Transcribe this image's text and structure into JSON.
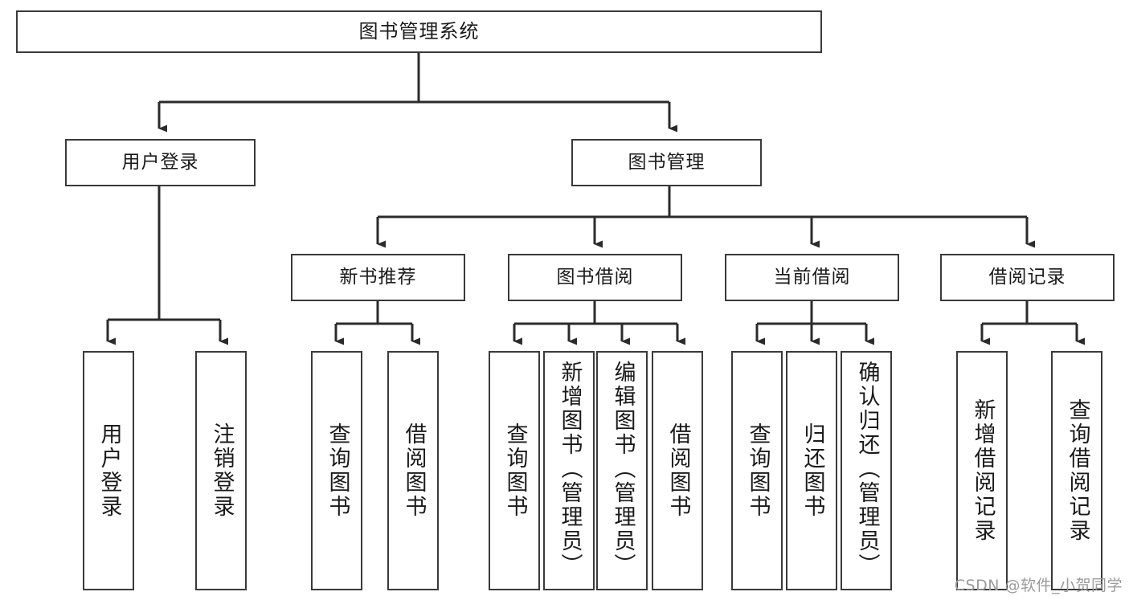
{
  "diagram": {
    "title": "图书管理系统",
    "type": "hierarchy-tree",
    "watermark": "CSDN @软件_小贺同学",
    "colors": {
      "box_border": "#3a3a3a",
      "box_fill": "#ffffff",
      "text": "#1a1a1a",
      "link": "#2b2b2b",
      "watermark": "#9b9b9b",
      "background": "#ffffff"
    },
    "levels": {
      "level0": [
        {
          "id": "root",
          "label": "图书管理系统",
          "orientation": "horizontal"
        }
      ],
      "level1": [
        {
          "id": "login",
          "label": "用户登录",
          "orientation": "horizontal"
        },
        {
          "id": "bookmgmt",
          "label": "图书管理",
          "orientation": "horizontal"
        }
      ],
      "level2": [
        {
          "id": "newbook",
          "label": "新书推荐",
          "orientation": "horizontal",
          "parent": "bookmgmt"
        },
        {
          "id": "borrow",
          "label": "图书借阅",
          "orientation": "horizontal",
          "parent": "bookmgmt"
        },
        {
          "id": "current",
          "label": "当前借阅",
          "orientation": "horizontal",
          "parent": "bookmgmt"
        },
        {
          "id": "records",
          "label": "借阅记录",
          "orientation": "horizontal",
          "parent": "bookmgmt"
        }
      ],
      "leaves": [
        {
          "id": "leaf-user-login",
          "label": "用户登录",
          "parent": "login",
          "orientation": "vertical"
        },
        {
          "id": "leaf-user-logout",
          "label": "注销登录",
          "parent": "login",
          "orientation": "vertical"
        },
        {
          "id": "leaf-query-book-1",
          "label": "查询图书",
          "parent": "newbook",
          "orientation": "vertical"
        },
        {
          "id": "leaf-borrow-book-1",
          "label": "借阅图书",
          "parent": "newbook",
          "orientation": "vertical"
        },
        {
          "id": "leaf-query-book-2",
          "label": "查询图书",
          "parent": "borrow",
          "orientation": "vertical"
        },
        {
          "id": "leaf-add-book",
          "label": "新增图书（管理员）",
          "parent": "borrow",
          "orientation": "vertical"
        },
        {
          "id": "leaf-edit-book",
          "label": "编辑图书（管理员）",
          "parent": "borrow",
          "orientation": "vertical"
        },
        {
          "id": "leaf-borrow-book-2",
          "label": "借阅图书",
          "parent": "borrow",
          "orientation": "vertical"
        },
        {
          "id": "leaf-query-book-3",
          "label": "查询图书",
          "parent": "current",
          "orientation": "vertical"
        },
        {
          "id": "leaf-return-book",
          "label": "归还图书",
          "parent": "current",
          "orientation": "vertical"
        },
        {
          "id": "leaf-confirm-return",
          "label": "确认归还（管理员）",
          "parent": "current",
          "orientation": "vertical"
        },
        {
          "id": "leaf-add-record",
          "label": "新增借阅记录",
          "parent": "records",
          "orientation": "vertical"
        },
        {
          "id": "leaf-query-record",
          "label": "查询借阅记录",
          "parent": "records",
          "orientation": "vertical"
        }
      ]
    }
  }
}
